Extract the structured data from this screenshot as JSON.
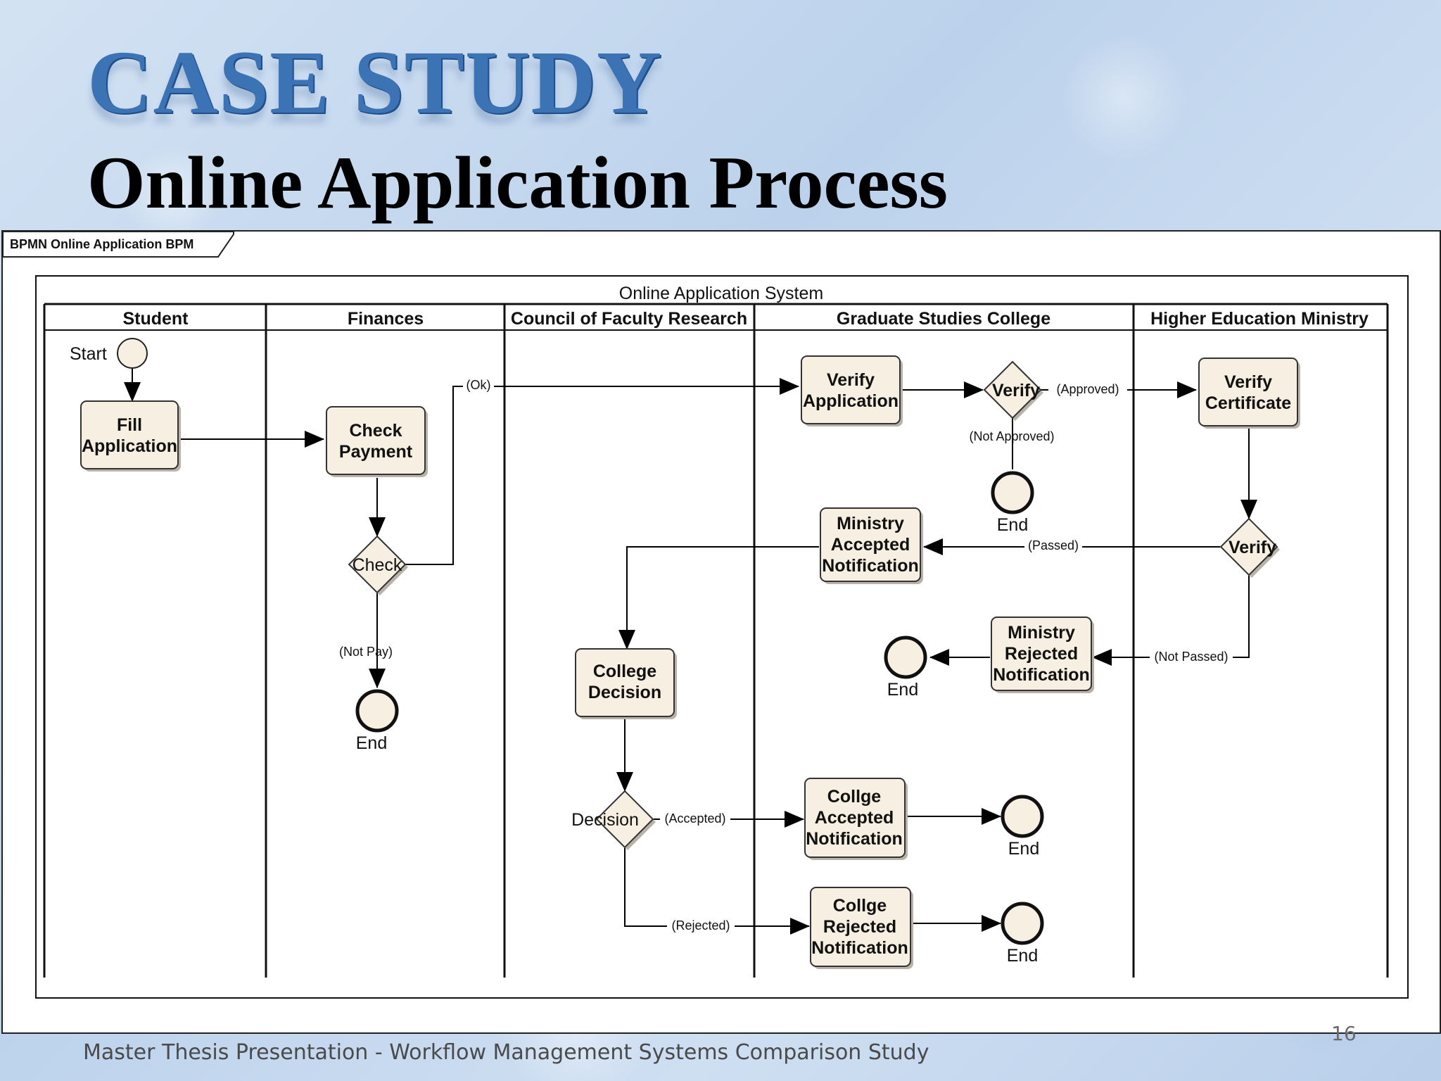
{
  "slide": {
    "title": "CASE STUDY",
    "subtitle": "Online Application Process",
    "footer": "Master Thesis Presentation - Workflow Management Systems Comparison Study",
    "page_number": "16"
  },
  "diagram": {
    "tab_label": "BPMN Online Application BPM",
    "pool_title": "Online Application System",
    "lanes": [
      "Student",
      "Finances",
      "Council of Faculty Research",
      "Graduate Studies College",
      "Higher Education Ministry"
    ],
    "tasks": {
      "fill_application": [
        "Fill",
        "Application"
      ],
      "check_payment": [
        "Check",
        "Payment"
      ],
      "verify_application": [
        "Verify",
        "Application"
      ],
      "verify_certificate": [
        "Verify",
        "Certificate"
      ],
      "ministry_accepted": [
        "Ministry",
        "Accepted",
        "Notification"
      ],
      "ministry_rejected": [
        "Ministry",
        "Rejected",
        "Notification"
      ],
      "college_decision": [
        "College",
        "Decision"
      ],
      "college_accepted": [
        "Collge",
        "Accepted",
        "Notification"
      ],
      "college_rejected": [
        "Collge",
        "Rejected",
        "Notification"
      ]
    },
    "gateways": {
      "check": "Check",
      "verify_application": "Verify",
      "verify_certificate": "Verify",
      "decision": "Decision"
    },
    "events": {
      "start": "Start",
      "end": "End"
    },
    "edge_labels": {
      "ok": "(Ok)",
      "not_pay": "(Not Pay)",
      "approved": "(Approved)",
      "not_approved": "(Not Approved)",
      "passed": "(Passed)",
      "not_passed": "(Not Passed)",
      "accepted": "(Accepted)",
      "rejected": "(Rejected)"
    }
  }
}
